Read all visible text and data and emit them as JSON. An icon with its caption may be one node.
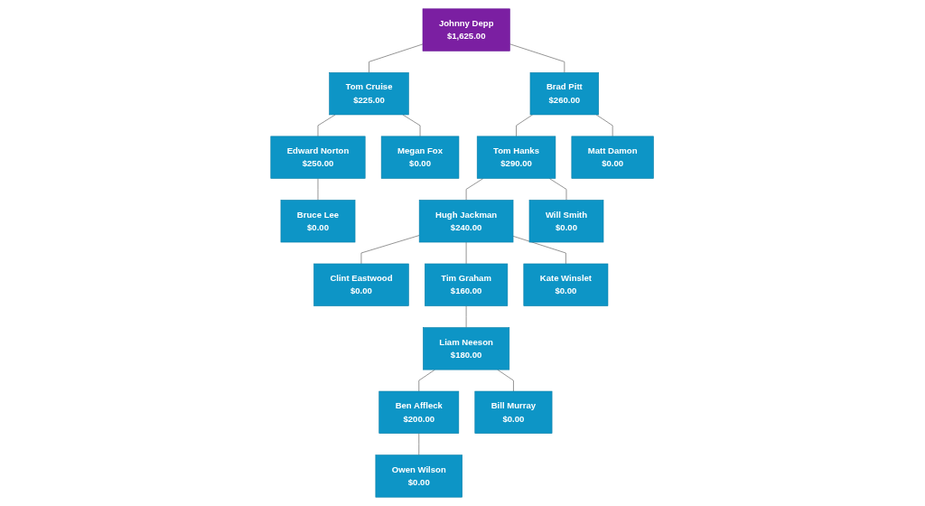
{
  "diagram": {
    "nodes": [
      {
        "text": [
          "Johnny Depp",
          "$1,625.00"
        ]
      },
      {
        "text": [
          "Tom Cruise",
          "$225.00"
        ]
      },
      {
        "text": [
          "Brad Pitt",
          "$260.00"
        ]
      },
      {
        "text": [
          "Edward Norton",
          "$250.00"
        ]
      },
      {
        "text": [
          "Megan Fox",
          "$0.00"
        ]
      },
      {
        "text": [
          "Tom Hanks",
          "$290.00"
        ]
      },
      {
        "text": [
          "Matt Damon",
          "$0.00"
        ]
      },
      {
        "text": [
          "Bruce Lee",
          "$0.00"
        ]
      },
      {
        "text": [
          "Hugh Jackman",
          "$240.00"
        ]
      },
      {
        "text": [
          "Will Smith",
          "$0.00"
        ]
      },
      {
        "text": [
          "Clint Eastwood",
          "$0.00"
        ]
      },
      {
        "text": [
          "Tim Graham",
          "$160.00"
        ]
      },
      {
        "text": [
          "Kate Winslet",
          "$0.00"
        ]
      },
      {
        "text": [
          "Liam Neeson",
          "$180.00"
        ]
      },
      {
        "text": [
          "Ben Affleck",
          "$200.00"
        ]
      },
      {
        "text": [
          "Bill Murray",
          "$0.00"
        ]
      },
      {
        "text": [
          "Owen Wilson",
          "$0.00"
        ]
      }
    ],
    "edges": [
      {
        "from": 0,
        "to": 1,
        "arrow": "none"
      },
      {
        "from": 0,
        "to": 2,
        "arrow": "none"
      },
      {
        "from": 1,
        "to": 3,
        "arrow": "none"
      },
      {
        "from": 1,
        "to": 4,
        "arrow": "none"
      },
      {
        "from": 2,
        "to": 5,
        "arrow": "none"
      },
      {
        "from": 2,
        "to": 6,
        "arrow": "none"
      },
      {
        "from": 3,
        "to": 7,
        "arrow": "none"
      },
      {
        "from": 5,
        "to": 8,
        "arrow": "none"
      },
      {
        "from": 5,
        "to": 9,
        "arrow": "none"
      },
      {
        "from": 8,
        "to": 10,
        "arrow": "none"
      },
      {
        "from": 8,
        "to": 11,
        "arrow": "none"
      },
      {
        "from": 8,
        "to": 12,
        "arrow": "none"
      },
      {
        "from": 11,
        "to": 13,
        "arrow": "none"
      },
      {
        "from": 13,
        "to": 14,
        "arrow": "none"
      },
      {
        "from": 13,
        "to": 15,
        "arrow": "none"
      },
      {
        "from": 14,
        "to": 16,
        "arrow": "none"
      }
    ]
  }
}
